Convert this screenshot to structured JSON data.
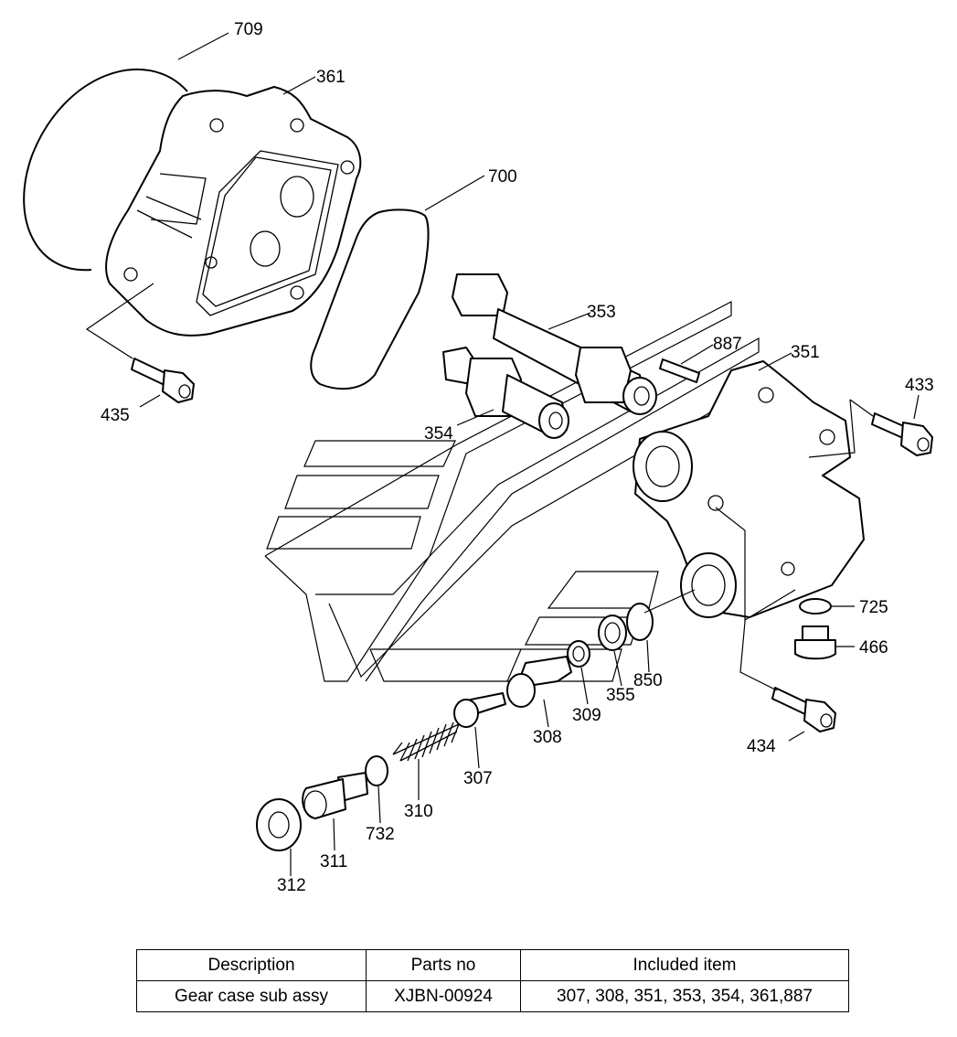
{
  "callouts": {
    "709": "709",
    "361": "361",
    "700": "700",
    "353": "353",
    "887": "887",
    "351": "351",
    "433": "433",
    "435": "435",
    "354": "354",
    "725": "725",
    "466": "466",
    "850": "850",
    "355": "355",
    "309": "309",
    "308": "308",
    "434": "434",
    "307": "307",
    "310": "310",
    "732": "732",
    "311": "311",
    "312": "312"
  },
  "table": {
    "headers": [
      "Description",
      "Parts no",
      "Included item"
    ],
    "rows": [
      [
        "Gear case sub assy",
        "XJBN-00924",
        "307, 308, 351, 353, 354, 361,887"
      ]
    ]
  }
}
